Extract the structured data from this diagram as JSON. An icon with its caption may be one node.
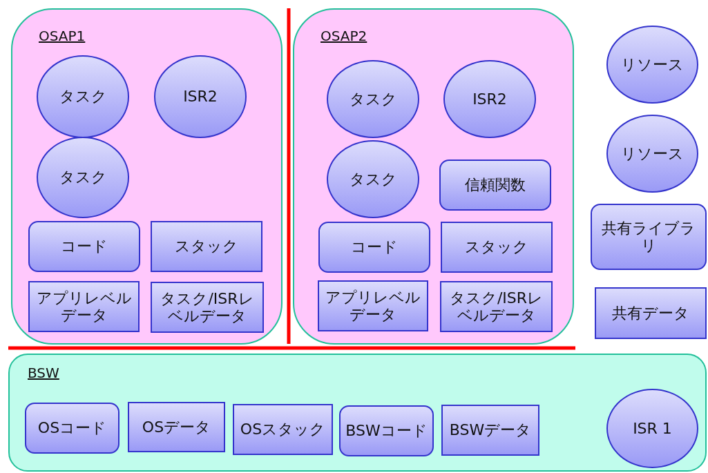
{
  "diagram": {
    "nodes": [
      {
        "text": [
          "OSAP1"
        ]
      },
      {
        "text": [
          "タスク"
        ],
        "in": 0
      },
      {
        "text": [
          "ISR2"
        ],
        "in": 0
      },
      {
        "text": [
          "タスク"
        ],
        "in": 0
      },
      {
        "text": [
          "コード"
        ],
        "in": 0
      },
      {
        "text": [
          "スタック"
        ],
        "in": 0
      },
      {
        "text": [
          "アプリレベルデータ"
        ],
        "in": 0
      },
      {
        "text": [
          "タスク/ISRレベルデータ"
        ],
        "in": 0
      },
      {
        "text": [
          "OSAP2"
        ]
      },
      {
        "text": [
          "タスク"
        ],
        "in": 8
      },
      {
        "text": [
          "ISR2"
        ],
        "in": 8
      },
      {
        "text": [
          "タスク"
        ],
        "in": 8
      },
      {
        "text": [
          "信頼関数"
        ],
        "in": 8
      },
      {
        "text": [
          "コード"
        ],
        "in": 8
      },
      {
        "text": [
          "スタック"
        ],
        "in": 8
      },
      {
        "text": [
          "アプリレベルデータ"
        ],
        "in": 8
      },
      {
        "text": [
          "タスク/ISRレベルデータ"
        ],
        "in": 8
      },
      {
        "text": [
          "リソース"
        ]
      },
      {
        "text": [
          "リソース"
        ]
      },
      {
        "text": [
          "共有ライブラリ"
        ]
      },
      {
        "text": [
          "共有データ"
        ]
      },
      {
        "text": [
          "BSW"
        ]
      },
      {
        "text": [
          "OSコード"
        ],
        "in": 21
      },
      {
        "text": [
          "OSデータ"
        ],
        "in": 21
      },
      {
        "text": [
          "OSスタック"
        ],
        "in": 21
      },
      {
        "text": [
          "BSWコード"
        ],
        "in": 21
      },
      {
        "text": [
          "BSWデータ"
        ],
        "in": 21
      },
      {
        "text": [
          "ISR 1"
        ],
        "in": 21
      }
    ],
    "edges": []
  }
}
